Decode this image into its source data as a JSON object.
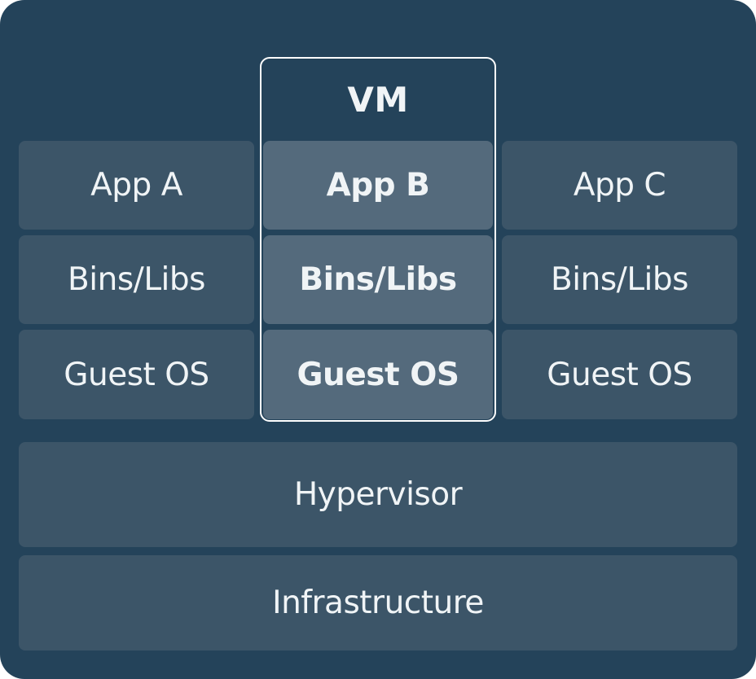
{
  "diagram": {
    "vm_label": "VM",
    "columns": [
      {
        "id": "column-a",
        "highlighted": false,
        "cells": [
          {
            "label": "App A"
          },
          {
            "label": "Bins/Libs"
          },
          {
            "label": "Guest OS"
          }
        ]
      },
      {
        "id": "column-b",
        "highlighted": true,
        "cells": [
          {
            "label": "App B"
          },
          {
            "label": "Bins/Libs"
          },
          {
            "label": "Guest OS"
          }
        ]
      },
      {
        "id": "column-c",
        "highlighted": false,
        "cells": [
          {
            "label": "App C"
          },
          {
            "label": "Bins/Libs"
          },
          {
            "label": "Guest OS"
          }
        ]
      }
    ],
    "base_layers": [
      {
        "label": "Hypervisor"
      },
      {
        "label": "Infrastructure"
      }
    ],
    "colors": {
      "background": "#24435a",
      "cell": "#3c5568",
      "highlight_cell": "#546a7c",
      "vm_border": "#ffffff",
      "text": "#f0f4f6"
    }
  }
}
